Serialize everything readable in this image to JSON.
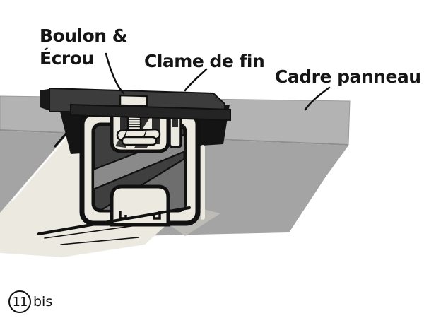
{
  "figure_label": {
    "number": "11",
    "suffix": "bis"
  },
  "labels": {
    "bolt_nut": {
      "line1": "Boulon &",
      "line2": "Écrou"
    },
    "end_clamp": "Clame de fin",
    "panel_frame": "Cadre panneau"
  },
  "colors": {
    "background": "#ffffff",
    "panel_top": "#b3b3b3",
    "panel_shadow": "#a4a4a4",
    "panel_edge_line": "#8f8f8f",
    "roof_surface": "#ece9e1",
    "shading_band": "#bdbbb5",
    "clamp_body": "#3c3c3c",
    "clamp_end_face": "#191919",
    "clamp_plate": "#242424",
    "shadow_black": "#141414",
    "rail_aluminum": "#ece9e1",
    "rail_interior": "#3f3f3f",
    "stripe_light": "#8a8a8a",
    "stripe_medium": "#6e6e6e",
    "cavity_dark": "#2e2e2e",
    "outline": "#111111",
    "text": "#151515"
  }
}
